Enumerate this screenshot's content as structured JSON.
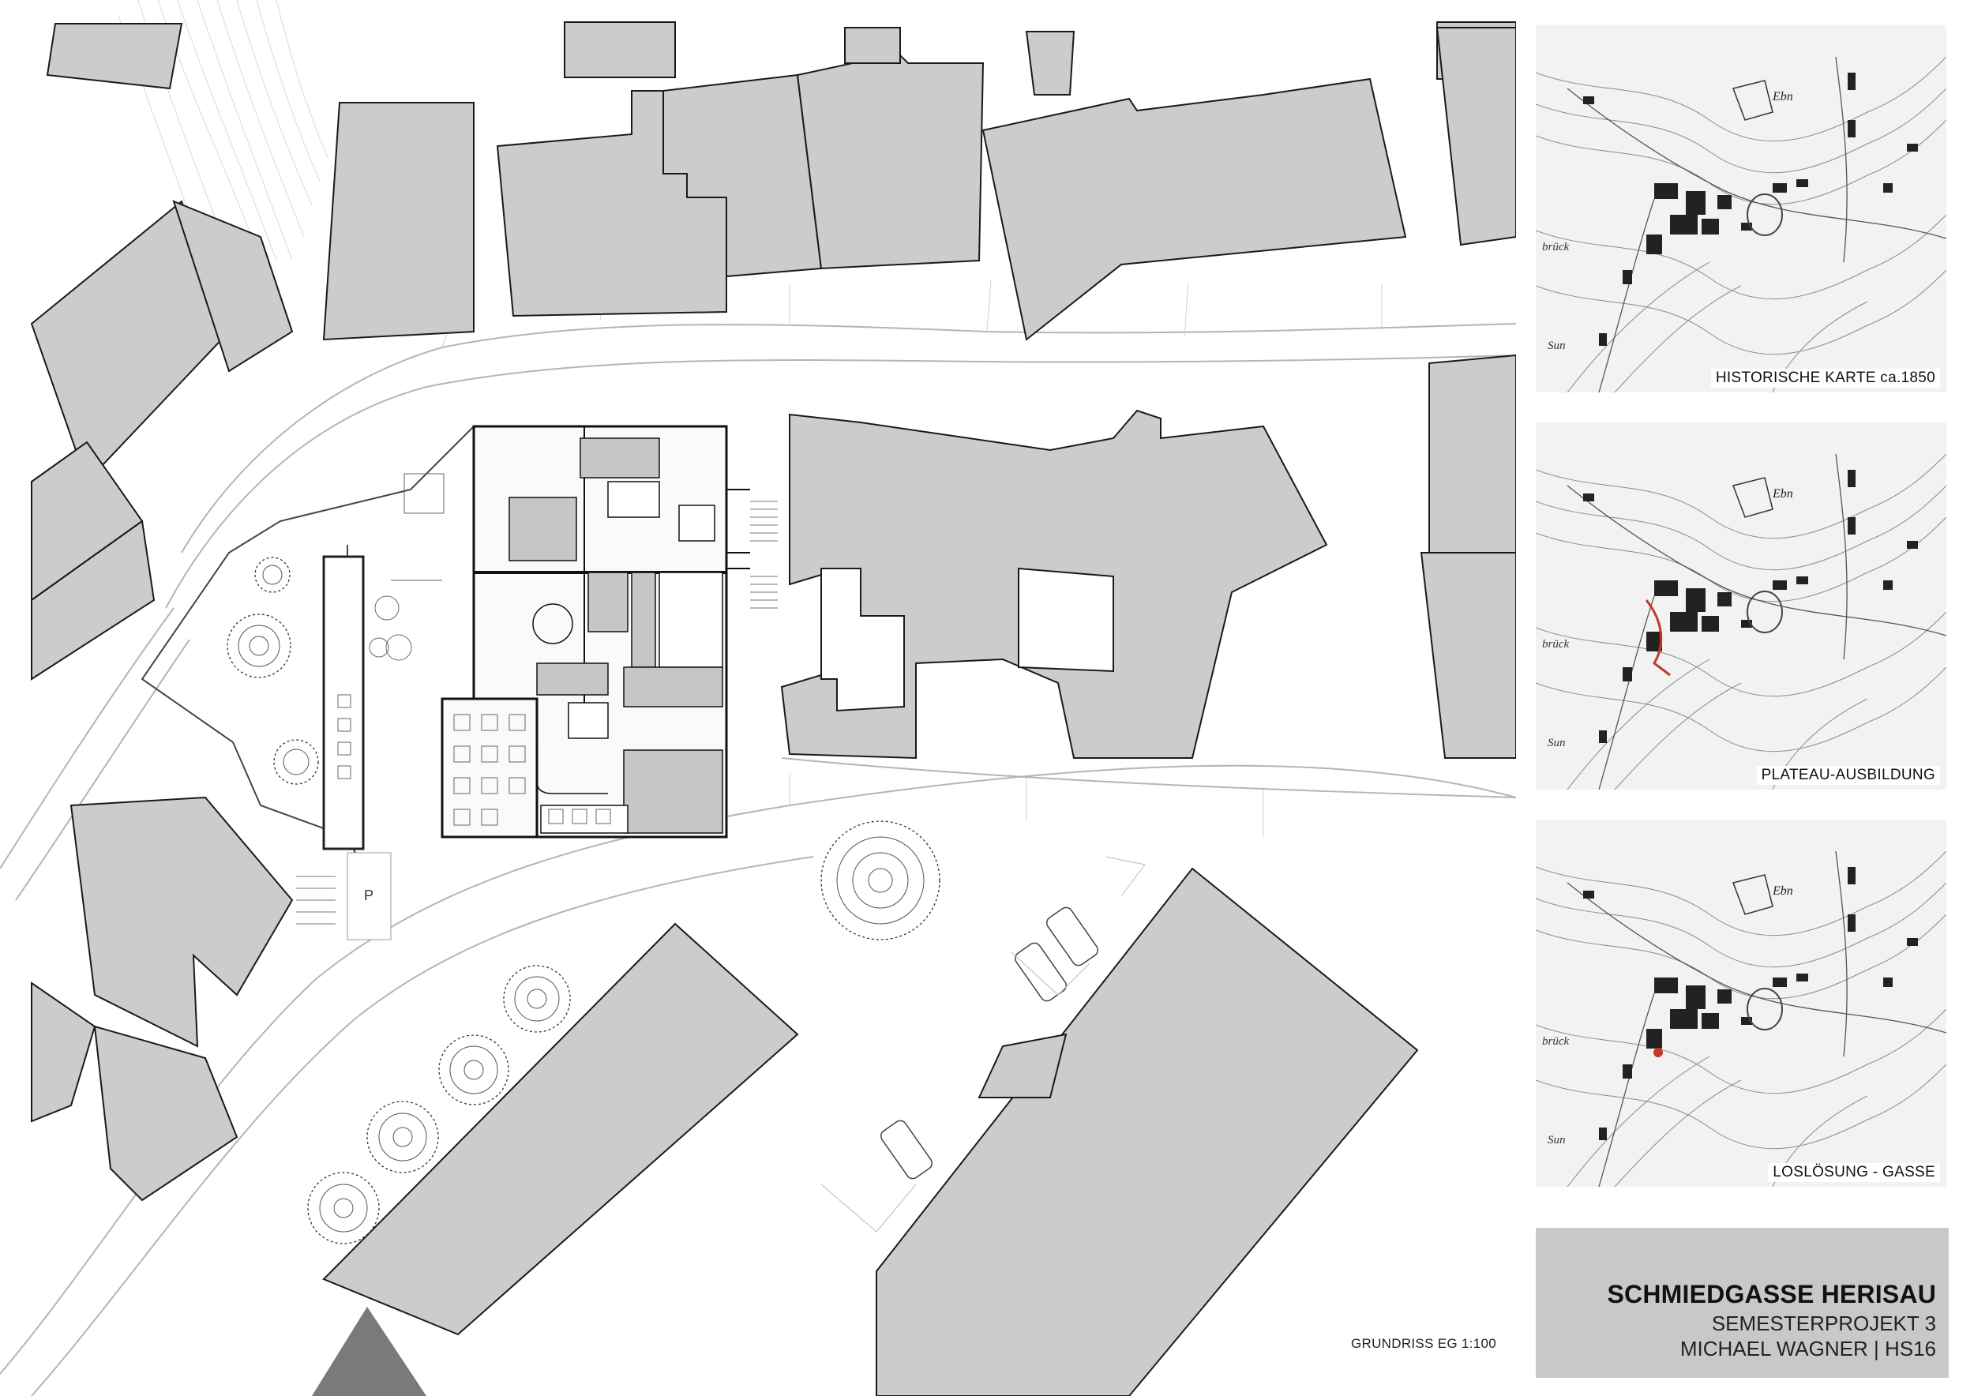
{
  "maps": [
    {
      "caption": "HISTORISCHE KARTE ca.1850",
      "label": "Ebn"
    },
    {
      "caption": "PLATEAU-AUSBILDUNG",
      "label": "Ebn"
    },
    {
      "caption": "LOSLÖSUNG - GASSE",
      "label": "Ebn"
    }
  ],
  "map_text": [
    "brück",
    "Sun"
  ],
  "parking_mark": "P",
  "plan_label": "GRUNDRISS EG 1:100",
  "title_block": {
    "title": "SCHMIEDGASSE HERISAU",
    "line1": "SEMESTERPROJEKT 3",
    "line2": "MICHAEL WAGNER | HS16"
  },
  "colors": {
    "building_fill": "#cccccc",
    "building_stroke": "#1a1a1a",
    "line": "#bdbdbd",
    "accent_red": "#c0392b",
    "title_block": "#c8c8c8"
  }
}
